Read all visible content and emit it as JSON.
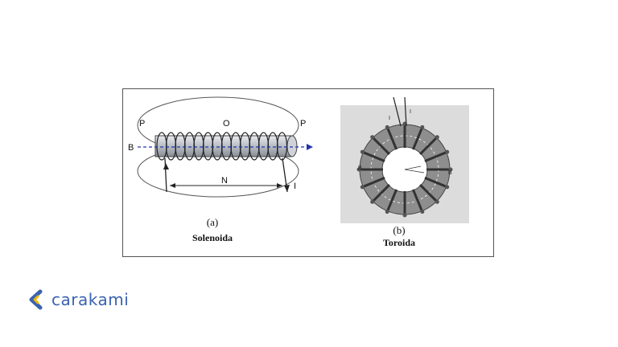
{
  "diagram_a": {
    "labels": {
      "p_left": "P",
      "o": "O",
      "p_right": "P",
      "b": "B",
      "n": "N",
      "i": "I"
    },
    "caption_letter": "(a)",
    "caption_name": "Solenoida"
  },
  "diagram_b": {
    "labels": {
      "i_left": "I",
      "i_right": "I",
      "b_left": "B",
      "b_right": "B"
    },
    "caption_letter": "(b)",
    "caption_name": "Toroida"
  },
  "logo": {
    "text": "carakami",
    "color": "#3a63b0"
  }
}
